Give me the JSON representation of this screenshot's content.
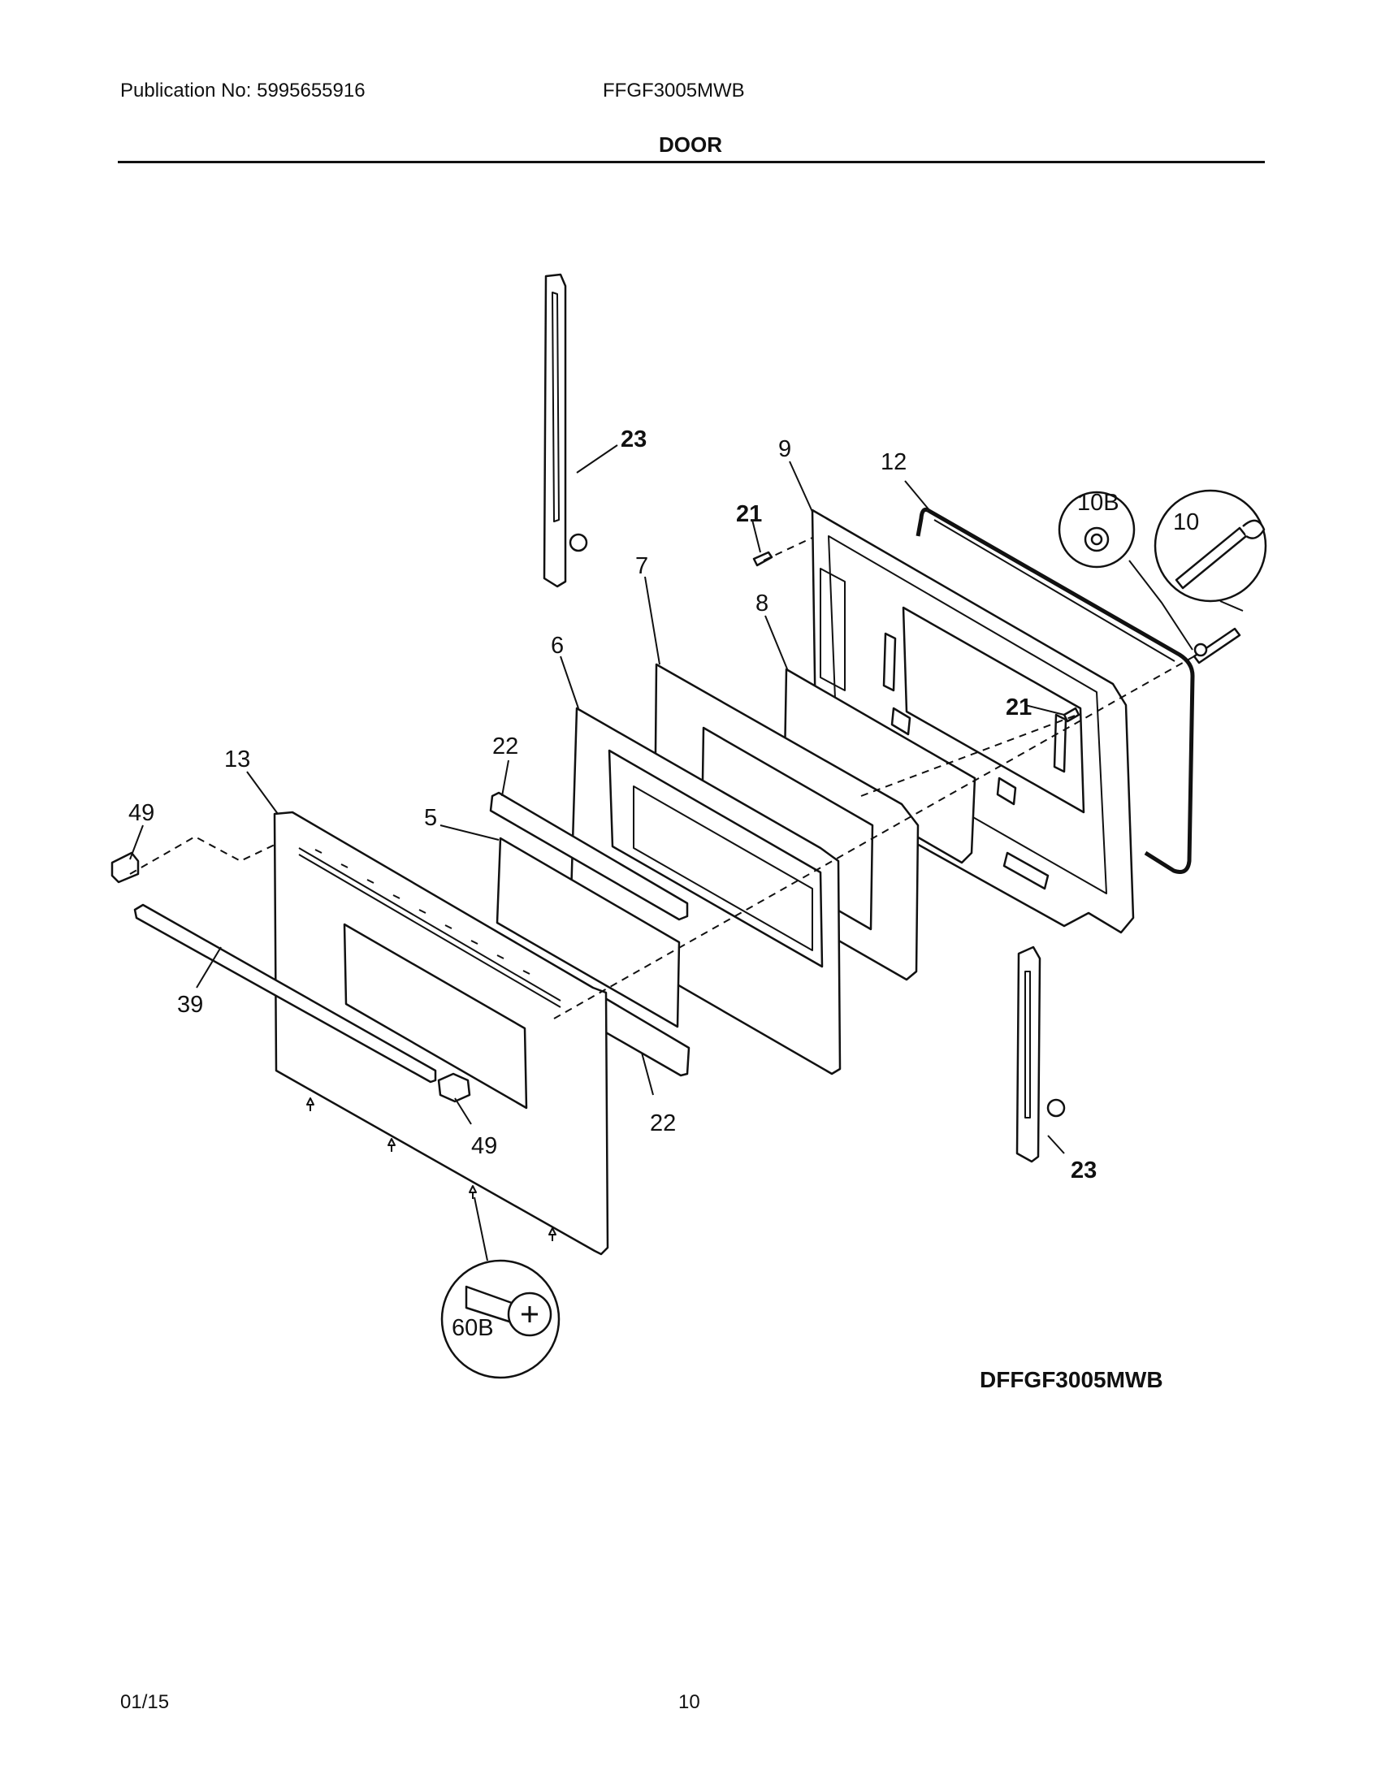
{
  "header": {
    "publication": "Publication No: 5995655916",
    "model": "FFGF3005MWB",
    "section_title": "DOOR"
  },
  "diagram": {
    "drawing_id": "DFFGF3005MWB",
    "part_labels": {
      "p23_top": "23",
      "p9": "9",
      "p12": "12",
      "p10b": "10B",
      "p10": "10",
      "p21_top": "21",
      "p7": "7",
      "p8": "8",
      "p6": "6",
      "p21_mid": "21",
      "p22_top": "22",
      "p13": "13",
      "p49_left": "49",
      "p5": "5",
      "p39": "39",
      "p22_bottom": "22",
      "p49_bottom": "49",
      "p23_bottom": "23",
      "p60b": "60B"
    }
  },
  "footer": {
    "date": "01/15",
    "page_number": "10"
  }
}
